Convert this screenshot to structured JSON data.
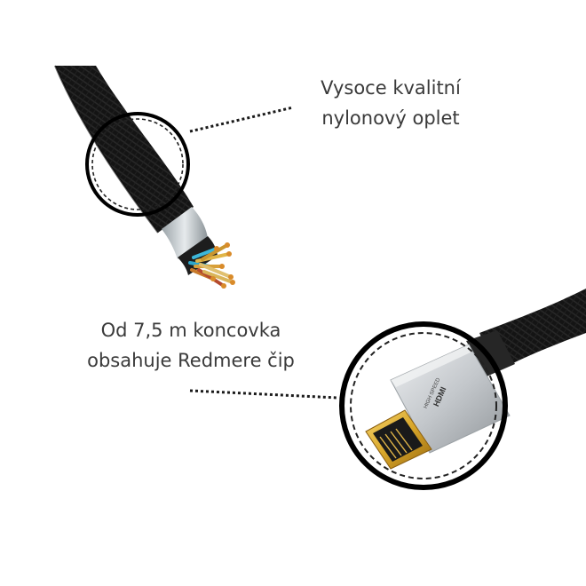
{
  "callouts": {
    "braid": {
      "line1": "Vysoce kvalitní",
      "line2": "nylonový oplet"
    },
    "redmere": {
      "line1": "Od 7,5 m koncovka",
      "line2": "obsahuje Redmere čip"
    }
  },
  "connector_markings": {
    "brand": "HDMI",
    "speed": "HIGH SPEED"
  },
  "colors": {
    "cable_black": "#151515",
    "connector_silver": "#cfd3d6",
    "connector_gold": "#d8a62a",
    "text": "#3a3a3a"
  }
}
